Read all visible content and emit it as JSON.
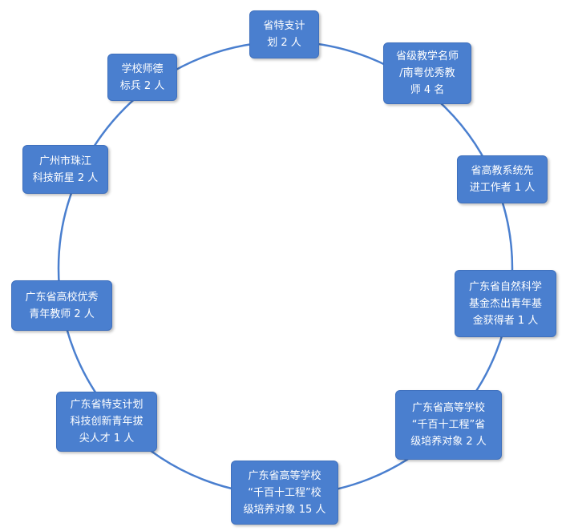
{
  "diagram": {
    "ring_color": "#4a7fcf",
    "node_color": "#4a7fcf",
    "nodes": [
      {
        "id": "provincial-special-support",
        "text": "省特支计\n划 2 人"
      },
      {
        "id": "provincial-famous-teacher",
        "text": "省级教学名师\n/南粤优秀教\n师 4 名"
      },
      {
        "id": "provincial-advanced-worker",
        "text": "省高教系统先\n进工作者 1 人"
      },
      {
        "id": "natural-science-fund",
        "text": "广东省自然科学\n基金杰出青年基\n金获得者 1 人"
      },
      {
        "id": "qianbaishi-2",
        "text": "广东省高等学校\n“千百十工程”省\n级培养对象 2 人"
      },
      {
        "id": "qianbaishi-15",
        "text": "广东省高等学校\n“千百十工程”校\n级培养对象 15 人"
      },
      {
        "id": "special-support-youth",
        "text": "广东省特支计划\n科技创新青年拔\n尖人才 1 人"
      },
      {
        "id": "excellent-young-teacher",
        "text": "广东省高校优秀\n青年教师 2 人"
      },
      {
        "id": "zhujiang-new-star",
        "text": "广州市珠江\n科技新星 2 人"
      },
      {
        "id": "teacher-ethics-model",
        "text": "学校师德\n标兵 2 人"
      }
    ]
  }
}
